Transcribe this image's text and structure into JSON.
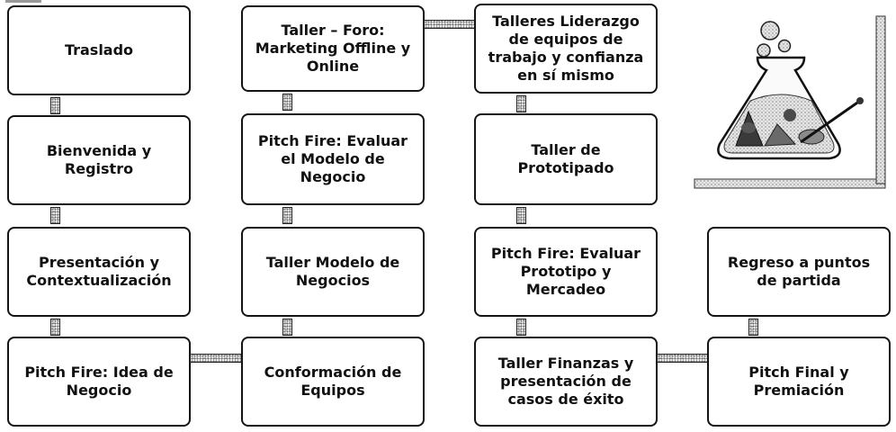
{
  "steps": {
    "traslado": "Traslado",
    "bienvenida": "Bienvenida y Registro",
    "presentacion": "Presentación y Contextualización",
    "pitch_idea": "Pitch Fire: Idea de Negocio",
    "conformacion": "Conformación de Equipos",
    "taller_modelo": "Taller Modelo de Negocios",
    "pitch_modelo": "Pitch Fire: Evaluar el Modelo de Negocio",
    "taller_foro": "Taller – Foro: Marketing Offline y Online",
    "talleres_liderazgo": "Talleres Liderazgo de equipos de trabajo y confianza en sí mismo",
    "taller_prototipado": "Taller de Prototipado",
    "pitch_prototipo": "Pitch Fire: Evaluar Prototipo y Mercadeo",
    "taller_finanzas": "Taller Finanzas y presentación de casos de éxito",
    "pitch_final": "Pitch Final y Premiación",
    "regreso": "Regreso a puntos de partida"
  },
  "illustration": {
    "icon": "flask-with-ingredients-icon"
  }
}
